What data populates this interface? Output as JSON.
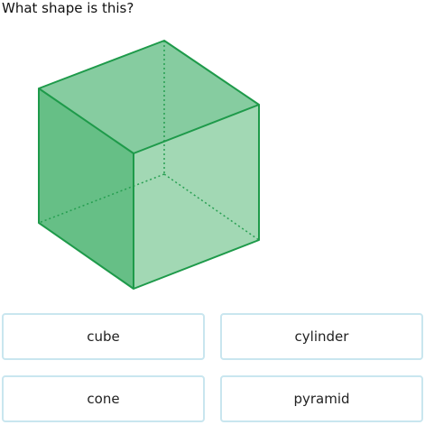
{
  "question": {
    "text": "What shape is this?"
  },
  "figure": {
    "icon": "cube-shape",
    "colors": {
      "fill": "#69c28c",
      "stroke": "#1e9a4a"
    }
  },
  "choices": [
    {
      "label": "cube"
    },
    {
      "label": "cylinder"
    },
    {
      "label": "cone"
    },
    {
      "label": "pyramid"
    }
  ]
}
